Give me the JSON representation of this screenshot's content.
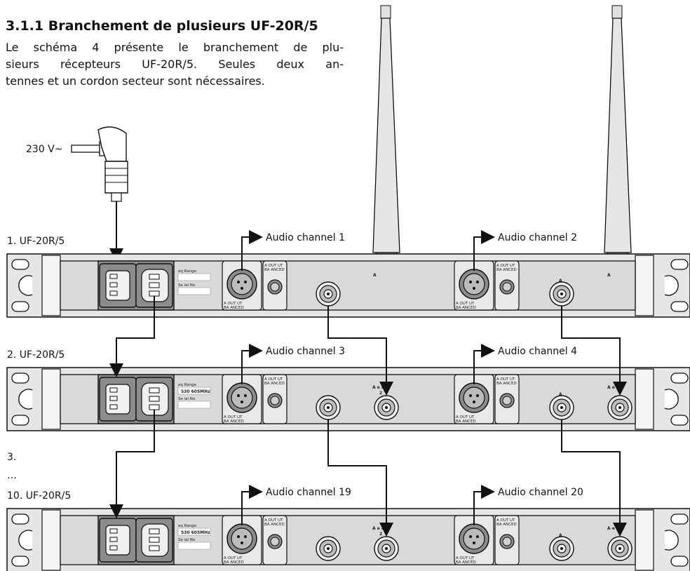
{
  "heading": "3.1.1 Branchement de plusieurs UF-20R/5",
  "intro": [
    "Le schéma 4 présente le branchement de plu-",
    "sieurs récepteurs UF-20R/5. Seules deux an-",
    "tennes et un cordon secteur sont nécessaires."
  ],
  "power_plug_label": "230 V~",
  "receivers": [
    {
      "label": "1. UF-20R/5",
      "freq_range": "",
      "channel_left": "Audio channel 1",
      "channel_right": "Audio channel 2"
    },
    {
      "label": "2. UF-20R/5",
      "freq_range": "530 605MHz",
      "channel_left": "Audio channel 3",
      "channel_right": "Audio channel 4"
    },
    {
      "label": "10. UF-20R/5",
      "freq_range": "530 605MHz",
      "channel_left": "Audio channel 19",
      "channel_right": "Audio channel 20"
    }
  ],
  "ellipsis_label": "3.",
  "ellipsis_dots": "…",
  "panel_text": {
    "eq_range": "eq Range",
    "serial": "Se ial No",
    "out_unbal_1": "A OUT UT",
    "out_unbal_2": "BA ANCED",
    "out_bal_1": "A OUT UT",
    "out_bal_2": "BA ANCED",
    "ant_a": "A",
    "ant_b": "A e a A",
    "ant_b2": "A e a",
    "ant_b_num": "2"
  },
  "colors": {
    "panel_fill": "#d9d9d9",
    "connector_fill": "#8c8c8c",
    "line": "#111111"
  }
}
